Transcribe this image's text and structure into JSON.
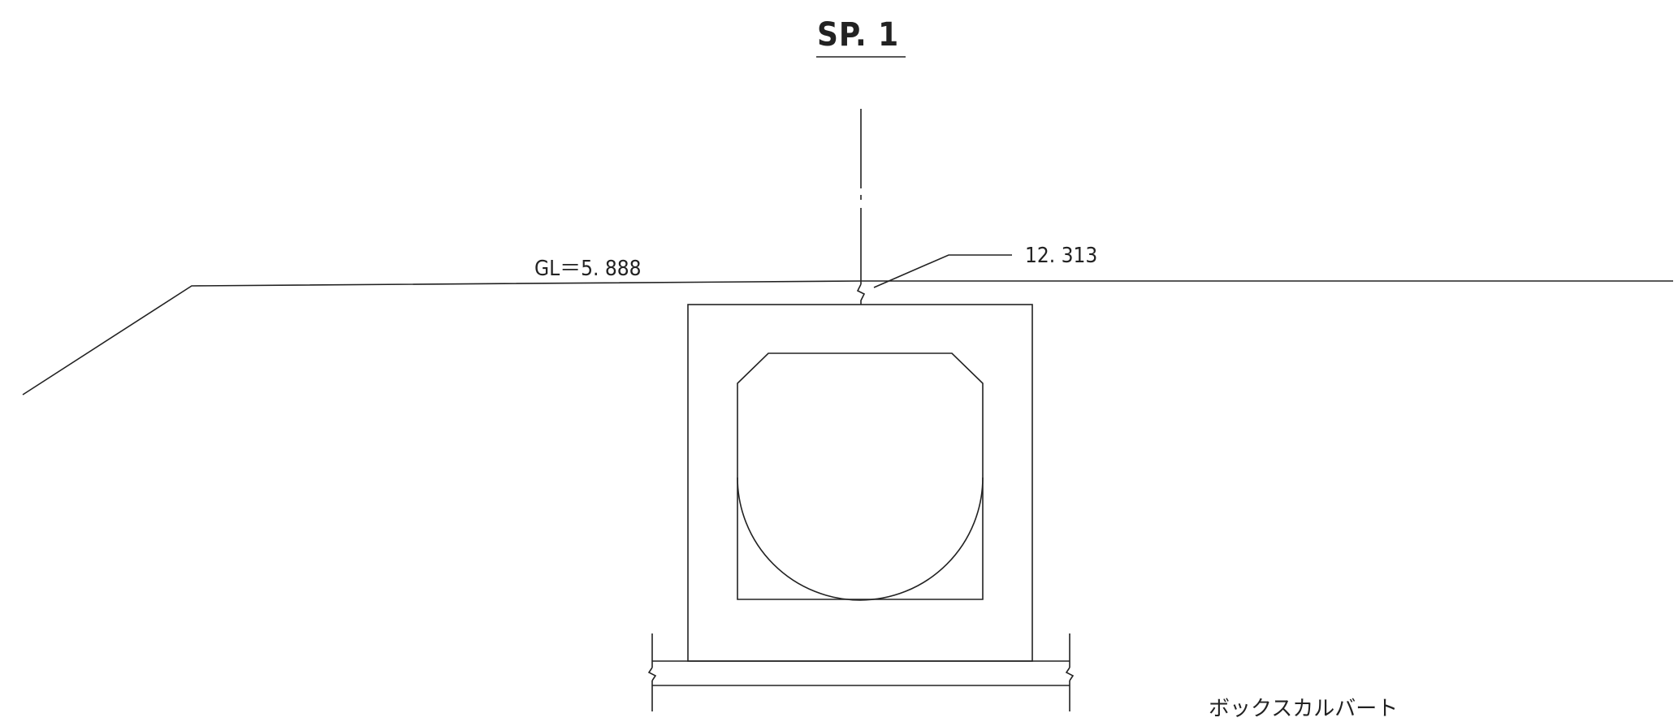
{
  "title": "SP. 1",
  "ground_level_label": "GL＝5. 888",
  "elevation_label": "12. 313",
  "structure_label": "ボックスカルバート",
  "colors": {
    "line": "#222222",
    "background": "#ffffff"
  }
}
